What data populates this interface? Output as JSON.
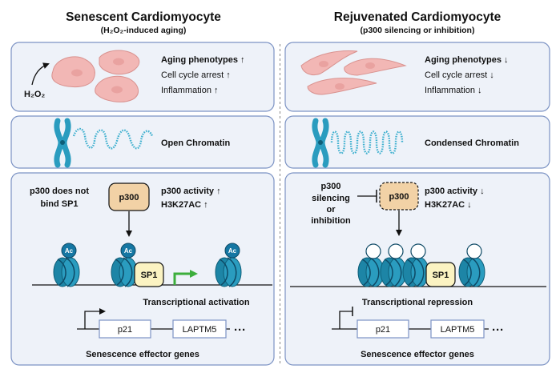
{
  "left": {
    "title": "Senescent Cardiomyocyte",
    "subtitle": "(H₂O₂-induced aging)",
    "stimulus": "H₂O₂",
    "phenotypes": {
      "aging": "Aging phenotypes ↑",
      "cell_cycle": "Cell cycle arrest ↑",
      "inflammation": "Inflammation ↑"
    },
    "chromatin": "Open Chromatin",
    "p300_note_line1": "p300 does not",
    "p300_note_line2": "bind SP1",
    "p300_label": "p300",
    "p300_activity": "p300 activity ↑",
    "h3k27ac": "H3K27AC ↑",
    "ac_label": "Ac",
    "sp1_label": "SP1",
    "transcription": "Transcriptional activation",
    "genes": [
      "p21",
      "LAPTM5"
    ],
    "ellipsis": "···",
    "effector_label": "Senescence effector genes"
  },
  "right": {
    "title": "Rejuvenated Cardiomyocyte",
    "subtitle": "(p300 silencing or inhibition)",
    "phenotypes": {
      "aging": "Aging phenotypes ↓",
      "cell_cycle": "Cell cycle arrest ↓",
      "inflammation": "Inflammation ↓"
    },
    "chromatin": "Condensed Chromatin",
    "p300_note_line1": "p300",
    "p300_note_line2": "silencing",
    "p300_note_line3": "or",
    "p300_note_line4": "inhibition",
    "p300_label": "p300",
    "p300_activity": "p300 activity ↓",
    "h3k27ac": "H3K27AC ↓",
    "sp1_label": "SP1",
    "transcription": "Transcriptional repression",
    "genes": [
      "p21",
      "LAPTM5"
    ],
    "ellipsis": "···",
    "effector_label": "Senescence effector genes"
  },
  "colors": {
    "panel_fill": "#eef2f9",
    "panel_stroke": "#7c93c4",
    "cell_fill": "#f2b7b5",
    "nucleosome": "#2a9cbf",
    "p300_fill": "#f2d2a6",
    "sp1_fill": "#fbf3c2",
    "activation_arrow": "#3cae3c"
  }
}
